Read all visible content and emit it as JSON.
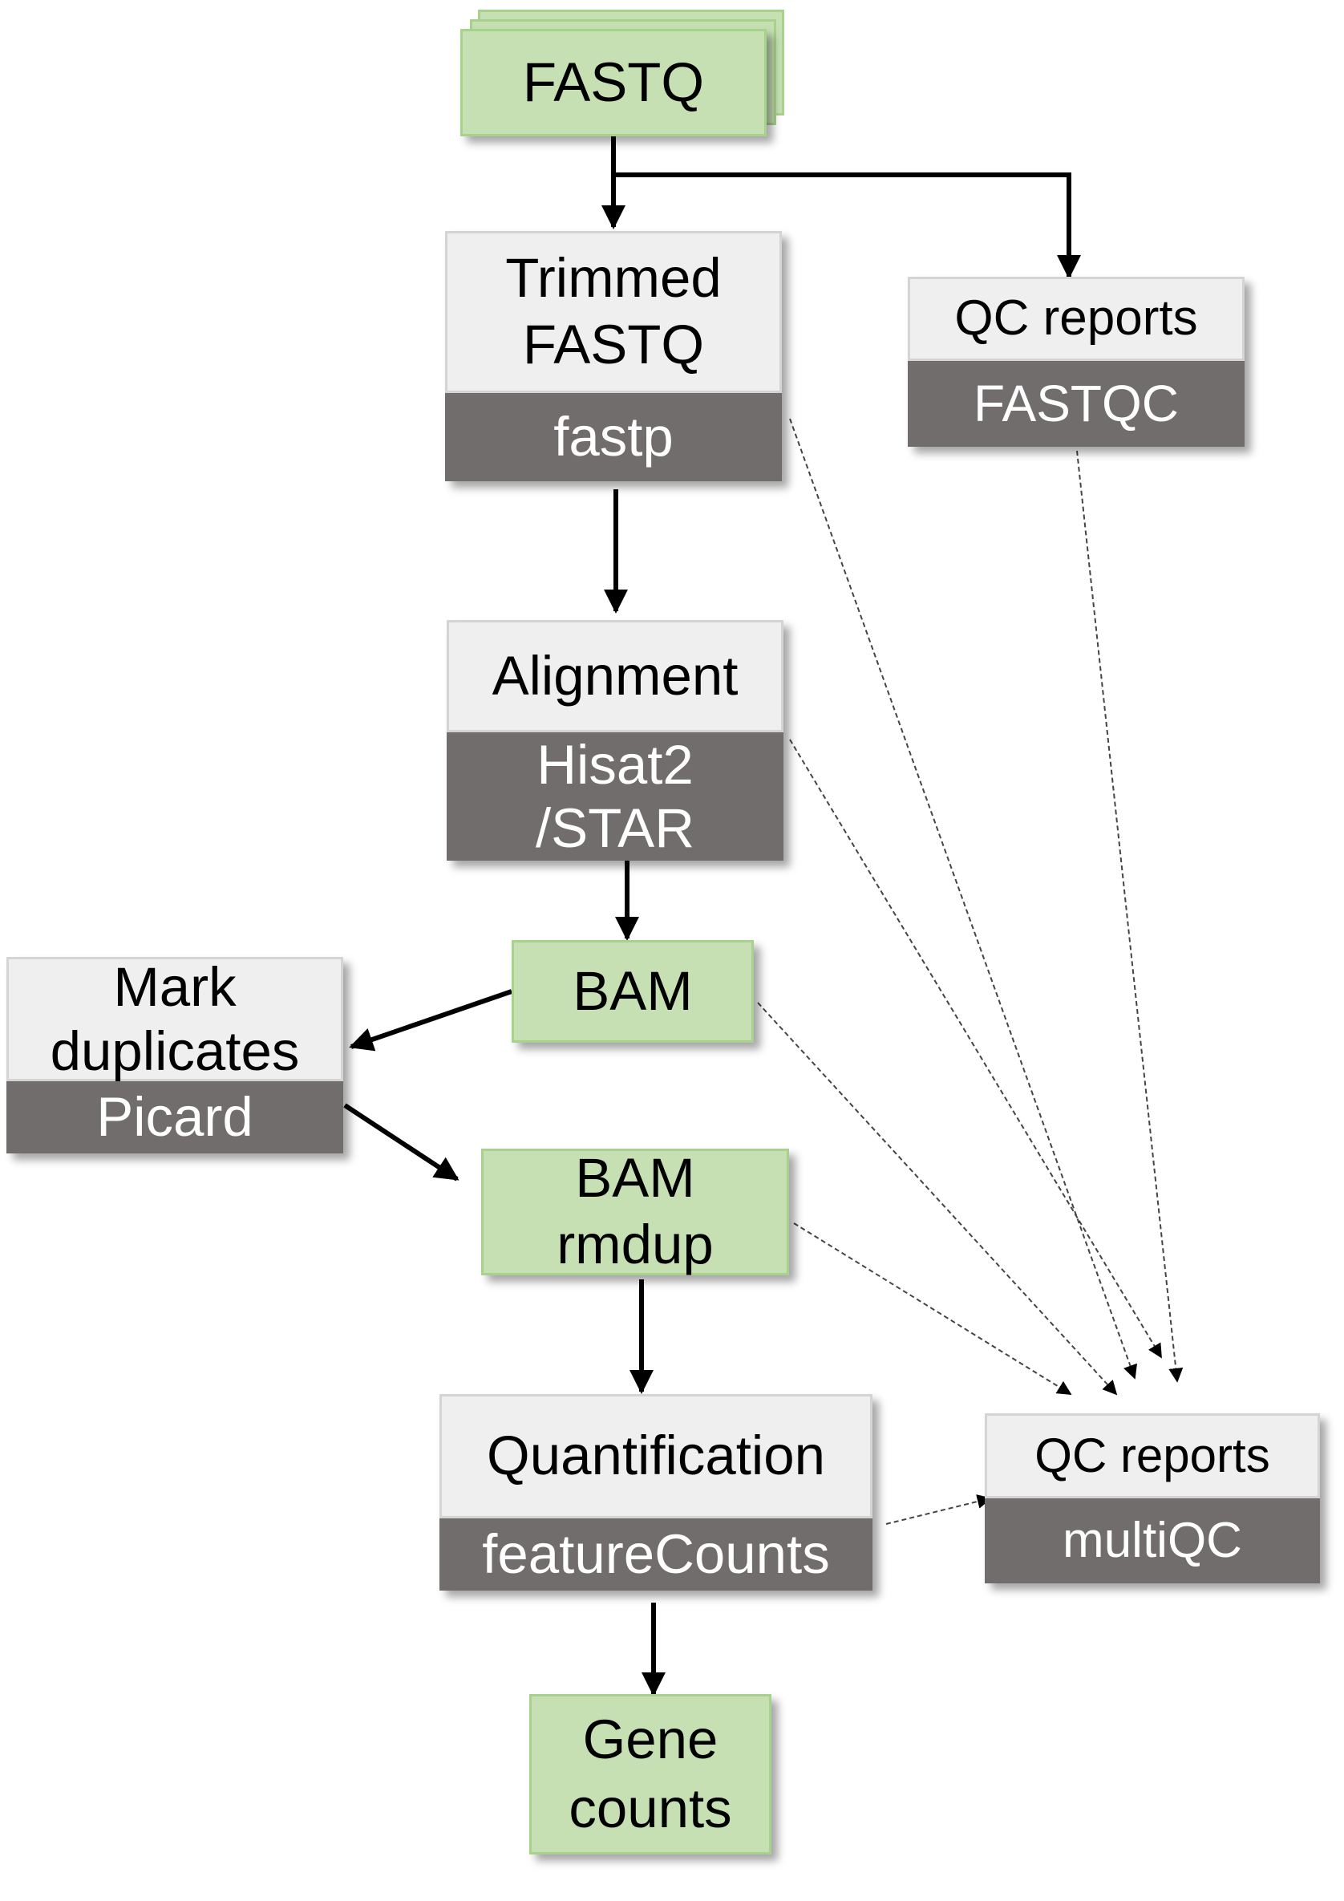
{
  "nodes": {
    "fastq": "FASTQ",
    "trimmed": {
      "label": "Trimmed\nFASTQ",
      "tool": "fastp"
    },
    "qc_fastqc": {
      "label": "QC reports",
      "tool": "FASTQC"
    },
    "alignment": {
      "label": "Alignment",
      "tool": "Hisat2\n/STAR"
    },
    "bam": "BAM",
    "markdup": {
      "label": "Mark\nduplicates",
      "tool": "Picard"
    },
    "bam_rmdup": "BAM\nrmdup",
    "quant": {
      "label": "Quantification",
      "tool": "featureCounts"
    },
    "qc_multiqc": {
      "label": "QC reports",
      "tool": "multiQC"
    },
    "gene_counts": "Gene\ncounts"
  },
  "colors": {
    "data_fill": "#c6e0b4",
    "data_border": "#a9d18e",
    "process_fill": "#efefef",
    "tool_fill": "#716d6d"
  }
}
